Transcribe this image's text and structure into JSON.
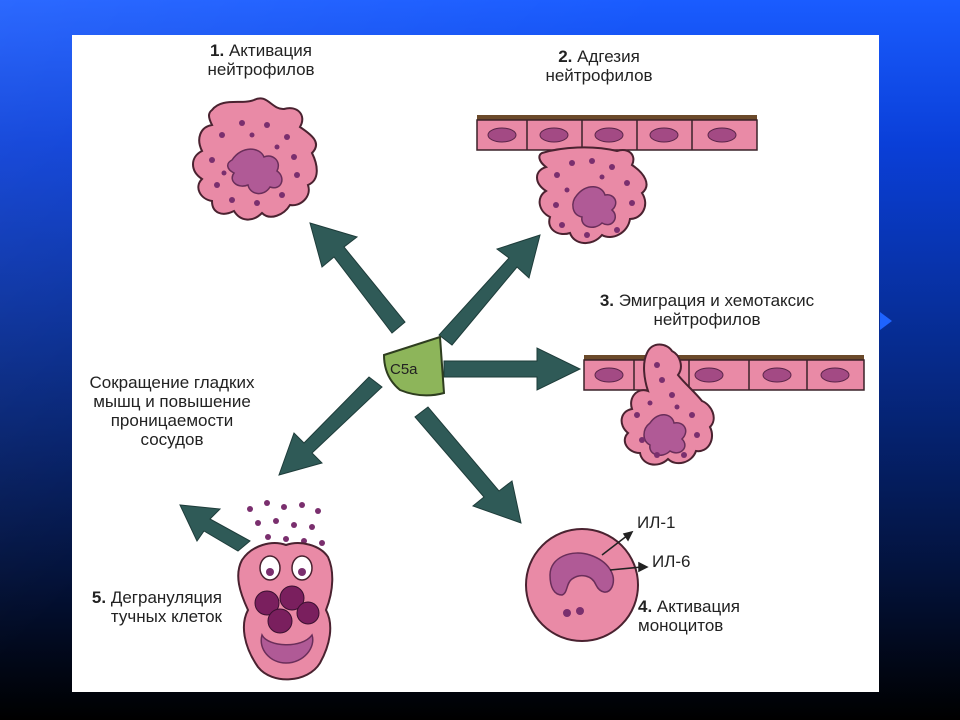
{
  "labels": {
    "step1": {
      "num": "1.",
      "line1": "Активация",
      "line2": "нейтрофилов"
    },
    "step2": {
      "num": "2.",
      "line1": "Адгезия",
      "line2": "нейтрофилов"
    },
    "step3": {
      "num": "3.",
      "line1": "Эмиграция и хемотаксис",
      "line2": "нейтрофилов"
    },
    "step4": {
      "num": "4.",
      "line1": "Активация",
      "line2": "моноцитов"
    },
    "step5": {
      "num": "5.",
      "line1": "Дегрануляция",
      "line2": "тучных клеток"
    },
    "smooth": {
      "line1": "Сокращение гладких",
      "line2": "мышц и повышение",
      "line3": "проницаемости",
      "line4": "сосудов"
    },
    "center": "С5а",
    "il1": "ИЛ-1",
    "il6": "ИЛ-6"
  },
  "colors": {
    "cell_fill": "#e98aa6",
    "cell_stroke": "#4a2230",
    "nucleus": "#b05a96",
    "granule": "#7a2f6e",
    "arrow": "#2f5a57",
    "center_fill": "#8db55a",
    "endothelium": "#e98aa6",
    "endothelium_nucleus": "#a34a84"
  }
}
